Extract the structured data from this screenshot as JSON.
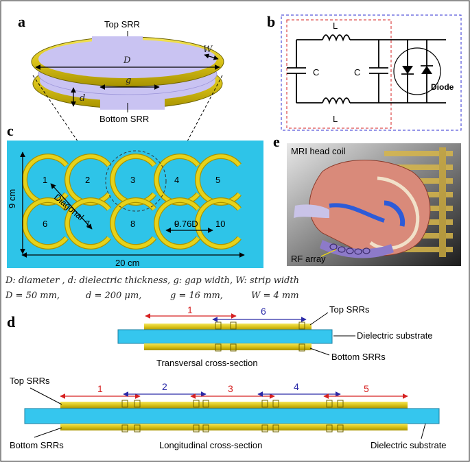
{
  "panels": {
    "a": {
      "letter": "a",
      "top_label": "Top SRR",
      "bottom_label": "Bottom SRR",
      "D": "D",
      "W": "W",
      "g": "g",
      "d": "d"
    },
    "b": {
      "letter": "b",
      "L_top": "L",
      "L_bottom": "L",
      "C_left": "C",
      "C_right": "C",
      "diode": "Diode"
    },
    "c": {
      "letter": "c",
      "cells": [
        "1",
        "2",
        "3",
        "4",
        "5",
        "6",
        "7",
        "8",
        "9",
        "10"
      ],
      "height_label": "9 cm",
      "width_label": "20 cm",
      "diagonal_label": "Diagonal",
      "spacing_label": "0.76D",
      "legend_line1": "D: diameter , d: dielectric thickness, g: gap width, W: strip width",
      "legend_line2": [
        "D = 50 mm,",
        "d = 200 μm,",
        "g = 16 mm,",
        "W = 4 mm"
      ]
    },
    "d": {
      "letter": "d",
      "transversal": {
        "numbers": [
          "1",
          "6"
        ],
        "top_label": "Top SRRs",
        "bottom_label": "Bottom SRRs",
        "substrate_label": "Dielectric substrate",
        "title": "Transversal cross-section"
      },
      "longitudinal": {
        "numbers": [
          "1",
          "2",
          "3",
          "4",
          "5"
        ],
        "top_label": "Top SRRs",
        "bottom_label": "Bottom SRRs",
        "substrate_label": "Dielectric substrate",
        "title": "Longitudinal cross-section"
      }
    },
    "e": {
      "letter": "e",
      "coil_label": "MRI head coil",
      "array_label": "RF array"
    }
  },
  "colors": {
    "srr_yellow": "#e6d21a",
    "srr_dark": "#a89300",
    "board_cyan": "#2ec4e8",
    "substrate_cyan": "#35c6ee",
    "lavender": "#c9c3f2",
    "red_arrow": "#d62020",
    "blue_arrow": "#2a2aa8"
  }
}
